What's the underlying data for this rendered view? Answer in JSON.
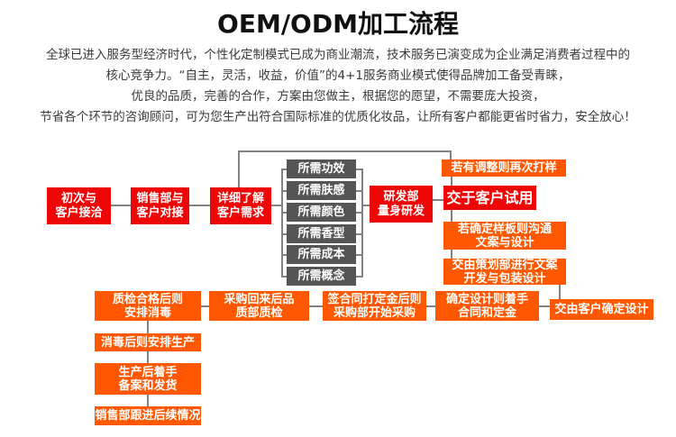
{
  "title": "OEM/ODM加工流程",
  "intro": {
    "line1": "全球已进入服务型经济时代，个性化定制模式已成为商业潮流，技术服务已演变成为企业满足消费者过程中的",
    "line2": "核心竞争力。“自主，灵活，收益，价值”的4+1服务商业模式使得品牌加工备受青睐，",
    "line3": "优良的品质，完善的合作，方案由您做主，根据您的愿望，不需要庞大投资，",
    "line4": "节省各个环节的咨询顾问，可为您生产出符合国际标准的优质化妆品，让所有客户都能更省时省力，安全放心！"
  },
  "colors": {
    "red_node": "#ee0505",
    "orange_node": "#ff5800",
    "gray_node": "#555555",
    "connector": "#828282"
  },
  "flow": {
    "first_contact": "初次与\n客户接洽",
    "sales_connect": "销售部与\n客户对接",
    "understand_needs": "详细了解\n客户需求",
    "needs": [
      "所需功效",
      "所需肤感",
      "所需颜色",
      "所需香型",
      "所需成本",
      "所需概念"
    ],
    "rd_develop": "研发部\n量身研发",
    "adjust_resample": "若有调整则再次打样",
    "customer_trial": "交于客户试用",
    "confirm_sample": "若确定样板则沟通\n文案与设计",
    "planning_dept": "交由策划部进行文案\n开发与包装设计",
    "customer_confirm_design": "交由客户确定设计",
    "contract_deposit": "确定设计则着手\n合同和定金",
    "sign_purchase": "签合同打定金后则\n采购部开始采购",
    "purchase_qc": "采购回来后品\n质部质检",
    "qc_disinfect": "质检合格后则\n安排消毒",
    "disinfect_production": "消毒后则安排生产",
    "production_ship": "生产后着手\n备案和发货",
    "sales_followup": "销售部跟进后续情况"
  }
}
